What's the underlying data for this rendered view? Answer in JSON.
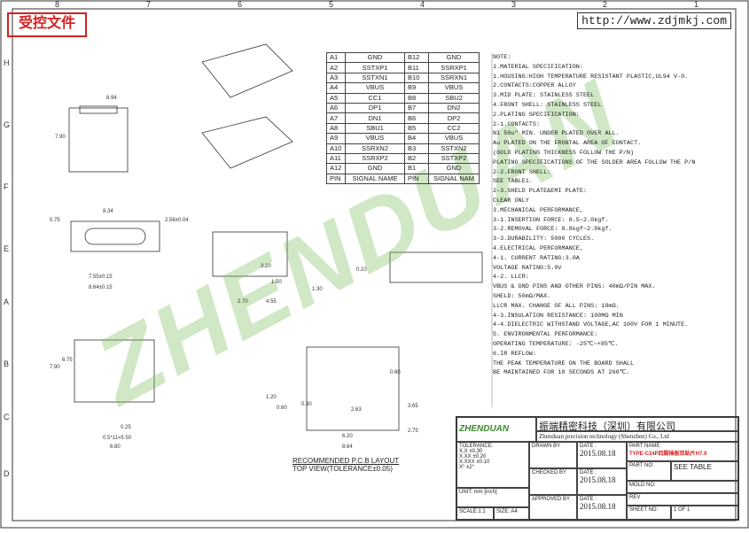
{
  "header": {
    "stamp": "受控文件",
    "url": "http://www.zdjmkj.com"
  },
  "zones_top": [
    "8",
    "7",
    "6",
    "5",
    "4",
    "3",
    "2",
    "1"
  ],
  "zones_side": [
    "H",
    "G",
    "F",
    "E",
    "A",
    "B",
    "C",
    "D"
  ],
  "watermark": "ZHENDUAN",
  "pin_table": {
    "rows": [
      [
        "A1",
        "GND",
        "B12",
        "GND"
      ],
      [
        "A2",
        "SSTXP1",
        "B11",
        "SSRXP1"
      ],
      [
        "A3",
        "SSTXN1",
        "B10",
        "SSRXN1"
      ],
      [
        "A4",
        "VBUS",
        "B9",
        "VBUS"
      ],
      [
        "A5",
        "CC1",
        "B8",
        "SBU2"
      ],
      [
        "A6",
        "DP1",
        "B7",
        "DN2"
      ],
      [
        "A7",
        "DN1",
        "B6",
        "DP2"
      ],
      [
        "A8",
        "SBU1",
        "B5",
        "CC2"
      ],
      [
        "A9",
        "VBUS",
        "B4",
        "VBUS"
      ],
      [
        "A10",
        "SSRXN2",
        "B3",
        "SSTXN2"
      ],
      [
        "A11",
        "SSRXP2",
        "B2",
        "SSTXP2"
      ],
      [
        "A12",
        "GND",
        "B1",
        "GND"
      ],
      [
        "PIN",
        "SIGNAL NAME",
        "PIN",
        "SIGNAL NAM"
      ]
    ]
  },
  "notes": [
    "NOTE:",
    "1.MATERIAL SPECIFICATION:",
    "  1.HOUSING:HIGH TEMPERATURE RESISTANT PLASTIC,UL94 V-0.",
    "  2.CONTACTS:COPPER ALLOY",
    "  3.MID PLATE: STAINLESS STEEL",
    "  4.FRONT SHELL: STAINLESS STEEL",
    "2.PLATING SPECIFICATION:",
    "  2-1.CONTACTS:",
    "    Ni 50u\" MIN. UNDER PLATED OVER ALL.",
    "    Au PLATED ON THE FRONTAL AREA OF CONTACT.",
    "    (GOLD PLATING THICKNESS FOLLOW THE P/N)",
    "    PLATING SPECIFICATIONS OF THE SOLDER AREA FOLLOW THE P/N",
    "  2-2.FRONT SHELL:",
    "    SEE TABLE1.",
    "  2-3.SHELD PLATE&EMI PLATE:",
    "    CLEAR ONLY",
    "3.MECHANICAL PERFORMANCE,",
    "  3-1.INSERTION FORCE: 0.5~2.0kgf.",
    "  3-2.REMOVAL FORCE: 0.8kgf~2.0kgf.",
    "  3-3.DURABILITY: 5000 CYCLES.",
    "4.ELECTRICAL PERFORMANCE,",
    "  4-1. CURRENT RATING:3.0A",
    "      VOLTAGE RATING:5.0V",
    "  4-2. LLCR:",
    "      VBUS & GND PINS AND OTHER PINS: 40mΩ/PIN MAX.",
    "      SHELD: 50mΩ/MAX.",
    "      LLCR MAX. CHANGE OF ALL PINS: 10mΩ.",
    "  4-3.INSULATION RESISTANCE: 100MΩ MIN",
    "  4-4.DIELECTRIC WITHSTAND VOLTAGE,AC 100V FOR 1 MINUTE.",
    "5. ENVIRONMENTAL PERFORMANCE:",
    "    OPERATING TEMPERATURE: -25℃~+85℃.",
    "6.IR REFLOW:",
    "    THE PEAK TEMPERATURE ON THE BOARD SHALL",
    "    BE MAINTAINED FOR 10 SECONDS AT 260℃."
  ],
  "dims": [
    "8.94",
    "7.90",
    "8.34",
    "7.55±0.15",
    "8.64±0.15",
    "0.75",
    "2.56±0.04",
    "1.30",
    "0.10",
    "4.55",
    "3.20",
    "2.70",
    "1.50",
    "0.60",
    "6.75",
    "7.90",
    "6.80",
    "0.25",
    "0.5*11=5.50",
    "8.64",
    "6.20",
    "3.65",
    "2.75",
    "2.63",
    "0.30",
    "1.20",
    "0.60"
  ],
  "layout_caption": "RECOMMENDED P.C.B LAYOUT",
  "top_view": "TOP VIEW(TOLERANCE±0.05)",
  "title_block": {
    "company_cn": "振端精密科技（深圳）有限公司",
    "company_en": "Zhenduan precision technology (Shenzhen) Co., Ltd",
    "logo": "ZHENDUAN",
    "drawn_by": "DRAWN BY",
    "date": "DATE :",
    "date_val": "2015.08.18",
    "part_name_label": "PART NAME:",
    "part_name": "TYPE-C24P四脚插板双贴片H7.9",
    "checked_by": "CHECKED BY",
    "part_no_label": "PART NO:",
    "part_no": "SEE TABLE",
    "approved_by": "APPROVED BY",
    "mold_no": "MOLD NO:",
    "unit": "UNIT: mm [inch]",
    "rev": "REV",
    "sheet_no": "SHEET NO:",
    "sheet_val": "1 OF 1",
    "scale": "SCALE:1:1",
    "size": "SIZE: A4",
    "tolerance": "TOLERANCE:",
    "tol_lines": [
      "X.X  ±0.30",
      "X.XX ±0.20",
      "X.XXX ±0.10",
      "X°  ±2°"
    ]
  }
}
